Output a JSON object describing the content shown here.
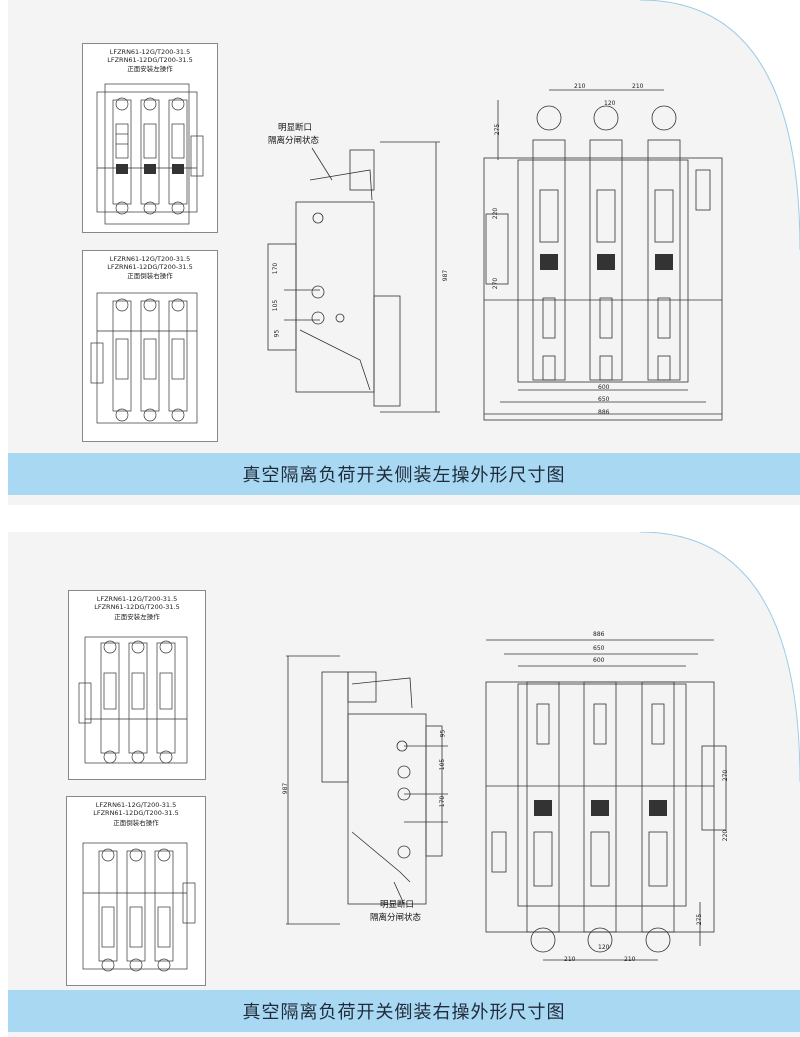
{
  "panels": [
    {
      "banner": "真空隔离负荷开关侧装左操外形尺寸图",
      "box1": {
        "line1": "LFZRN61-12G/T200-31.5",
        "line2": "LFZRN61-12DG/T200-31.5",
        "line3": "正面安装左操作"
      },
      "box2": {
        "line1": "LFZRN61-12G/T200-31.5",
        "line2": "LFZRN61-12DG/T200-31.5",
        "line3": "正面倒装右操作"
      },
      "side_label": {
        "line1": "明显断口",
        "line2": "隔离分闸状态"
      },
      "dims": {
        "top_a": "210",
        "top_b": "210",
        "top_c": "120",
        "d275": "275",
        "d600": "600",
        "d650": "650",
        "d886": "886",
        "d987": "987",
        "d170": "170",
        "d105": "105",
        "d270": "270",
        "d220": "220",
        "d95": "95"
      }
    },
    {
      "banner": "真空隔离负荷开关倒装右操外形尺寸图",
      "box1": {
        "line1": "LFZRN61-12G/T200-31.5",
        "line2": "LFZRN61-12DG/T200-31.5",
        "line3": "正面安装左操作"
      },
      "box2": {
        "line1": "LFZRN61-12G/T200-31.5",
        "line2": "LFZRN61-12DG/T200-31.5",
        "line3": "正面倒装右操作"
      },
      "side_label": {
        "line1": "明显断口",
        "line2": "隔离分闸状态"
      },
      "dims": {
        "top_a": "210",
        "top_b": "210",
        "top_c": "120",
        "d275": "275",
        "d600": "600",
        "d650": "650",
        "d886": "886",
        "d987": "987",
        "d170": "170",
        "d105": "105",
        "d270": "270",
        "d220": "220",
        "d95": "95"
      }
    }
  ],
  "colors": {
    "background_tint": "#f4f4f5",
    "banner": "#a9d8f2",
    "line": "#333333"
  }
}
